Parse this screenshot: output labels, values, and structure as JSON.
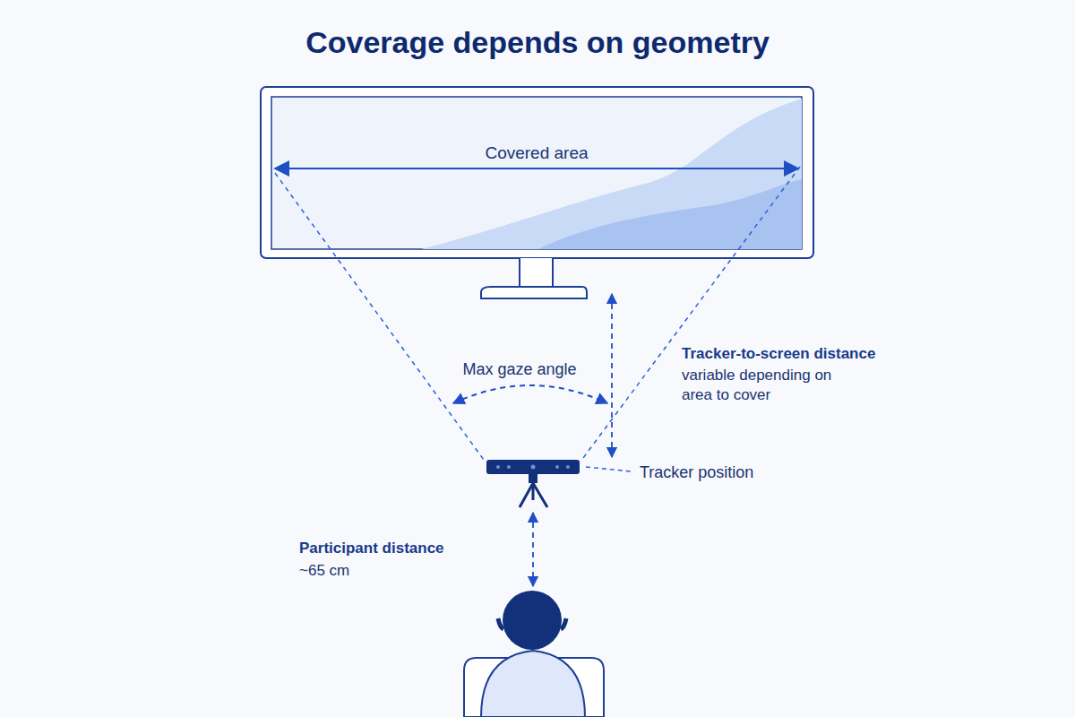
{
  "diagram": {
    "title": "Coverage depends on geometry",
    "nodes": [
      {
        "text": [
          "Covered area"
        ]
      }
    ],
    "labels": [
      "Max gaze angle",
      "Tracker-to-screen distance",
      "variable depending on area to cover",
      "Tracker position",
      "Participant distance",
      "~65 cm"
    ]
  }
}
